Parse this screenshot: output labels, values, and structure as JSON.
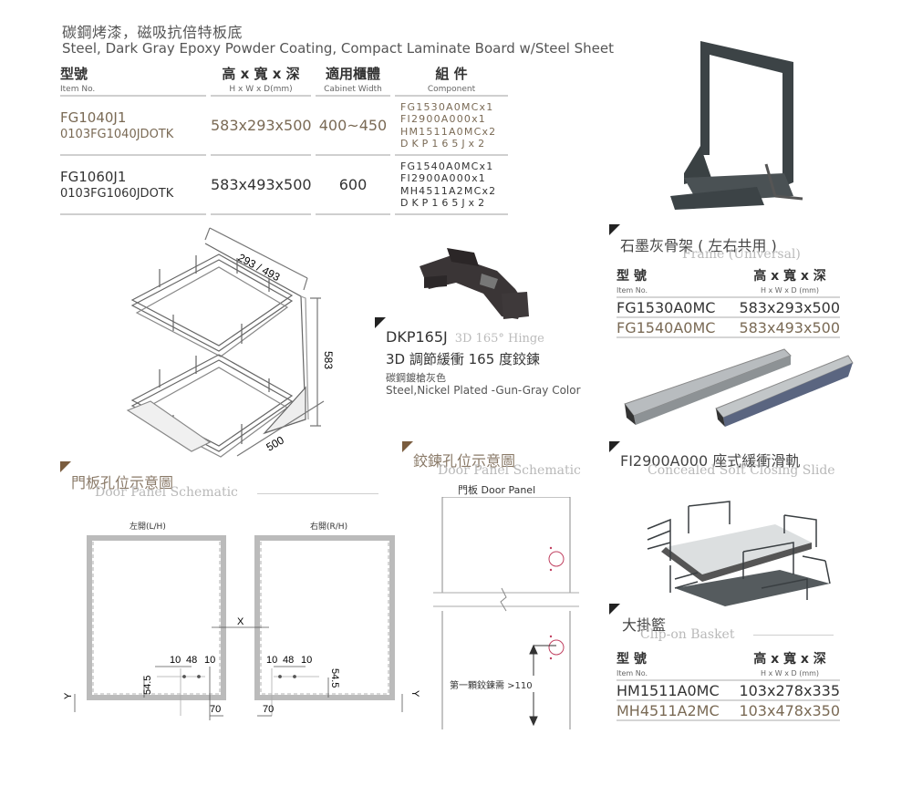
{
  "header": {
    "title_zh": "碳鋼烤漆，磁吸抗倍特板底",
    "title_en": "Steel, Dark Gray Epoxy Powder Coating, Compact Laminate Board w/Steel Sheet"
  },
  "spec_table": {
    "columns": [
      {
        "zh": "型號",
        "en": "Item No."
      },
      {
        "zh": "高 x 寬 x 深",
        "en": "H x W x D(mm)"
      },
      {
        "zh": "適用櫃體",
        "en": "Cabinet Width"
      },
      {
        "zh": "組 件",
        "en": "Component"
      }
    ],
    "rows": [
      {
        "model": "FG1040J1",
        "code": "0103FG1040JDOTK",
        "dims": "583x293x500",
        "cabinet": "400~450",
        "components": [
          "FG1530A0MCx1",
          "FI2900A000x1",
          "HM1511A0MCx2",
          "DKP165Jx2"
        ]
      },
      {
        "model": "FG1060J1",
        "code": "0103FG1060JDOTK",
        "dims": "583x493x500",
        "cabinet": "600",
        "components": [
          "FG1540A0MCx1",
          "FI2900A000x1",
          "MH4511A2MCx2",
          "DKP165Jx2"
        ]
      }
    ]
  },
  "basket_drawing": {
    "width_label": "293 / 493",
    "height_label": "583",
    "depth_label": "500"
  },
  "frame": {
    "title_zh": "石墨灰骨架 ( 左右共用 )",
    "title_en": "Frame (Universal)",
    "col1_zh": "型 號",
    "col1_en": "Item No.",
    "col2_zh": "高 x 寬 x 深",
    "col2_en": "H x W x D (mm)",
    "rows": [
      {
        "model": "FG1530A0MC",
        "dims": "583x293x500"
      },
      {
        "model": "FG1540A0MC",
        "dims": "583x493x500"
      }
    ]
  },
  "hinge": {
    "model": "DKP165J",
    "title_en": "3D 165° Hinge",
    "subtitle_zh": "3D 調節緩衝 165 度鉸鍊",
    "material_zh": "碳鋼鍍槍灰色",
    "material_en": "Steel,Nickel Plated -Gun-Gray Color"
  },
  "slide": {
    "title_zh": "FI2900A000 座式緩衝滑軌",
    "title_en": "Concealed Soft Closing Slide"
  },
  "door_schematic": {
    "title_zh": "門板孔位示意圖",
    "title_en": "Door Panel Schematic",
    "left_label": "左開(L/H)",
    "right_label": "右開(R/H)",
    "gap_label": "X",
    "edge_label": "Y",
    "spacing": [
      "10",
      "48",
      "10"
    ],
    "height_offset": "54.5",
    "side_offset": "70"
  },
  "hinge_schematic": {
    "title_zh": "鉸鍊孔位示意圖",
    "title_en": "Door Panel Schematic",
    "panel_label": "門板  Door Panel",
    "first_hinge_note": "第一顆鉸鍊需 >110"
  },
  "clip_basket": {
    "title_zh": "大掛籃",
    "title_en": "Clip-on Basket",
    "col1_zh": "型 號",
    "col1_en": "Item No.",
    "col2_zh": "高 x 寬 x 深",
    "col2_en": "H x W x D (mm)",
    "rows": [
      {
        "model": "HM1511A0MC",
        "dims": "103x278x335"
      },
      {
        "model": "MH4511A2MC",
        "dims": "103x478x350"
      }
    ]
  },
  "colors": {
    "accent_brown": "#7a5c3e",
    "text_brown": "#7a6a55",
    "hinge_circle": "#c04060"
  }
}
